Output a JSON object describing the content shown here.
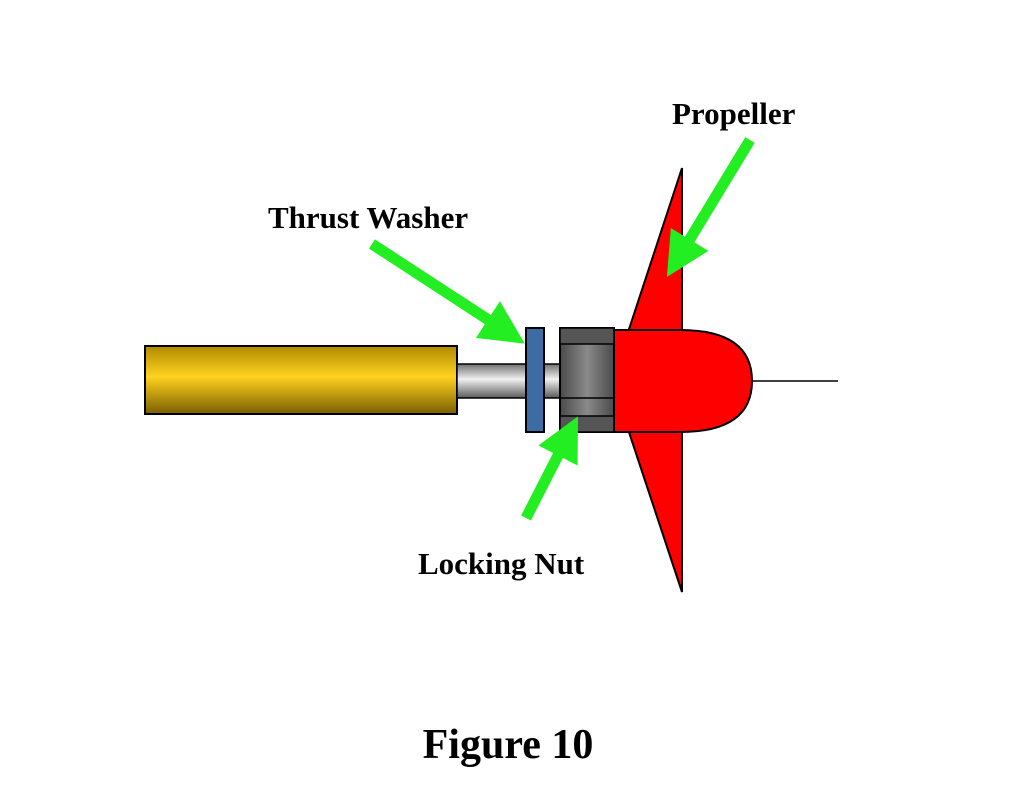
{
  "labels": {
    "propeller": "Propeller",
    "thrust_washer": "Thrust Washer",
    "locking_nut": "Locking Nut"
  },
  "caption": "Figure 10",
  "colors": {
    "background": "#ffffff",
    "arrow": "#22ee22",
    "propeller": "#ff0000",
    "shaft_housing_light": "#ffd21f",
    "shaft_housing_dark": "#8c6e00",
    "washer": "#3d6ca3",
    "nut": "#6e6e6e",
    "shaft": "#b8b8b8",
    "outline": "#000000"
  }
}
